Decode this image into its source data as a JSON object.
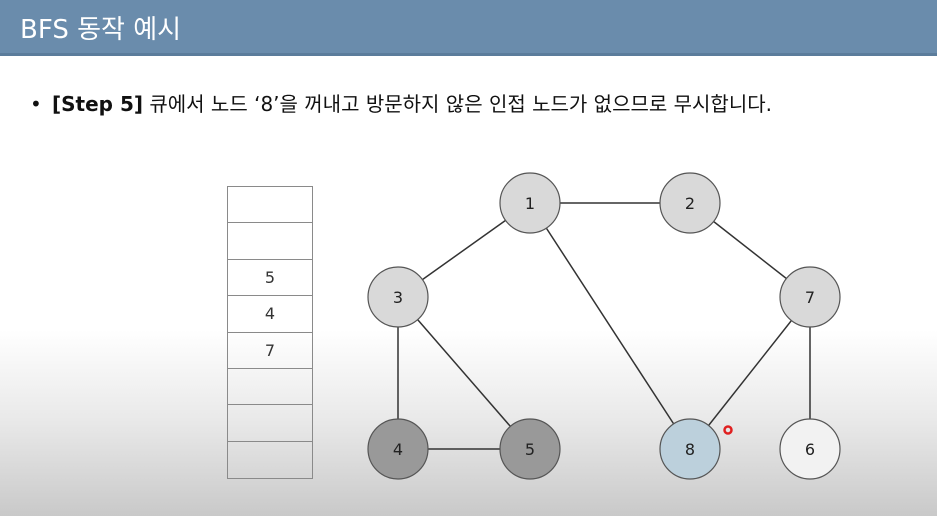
{
  "slide": {
    "title": "BFS 동작 예시",
    "bullet": {
      "marker": "•",
      "step_label": "[Step 5]",
      "text": " 큐에서 노드 ‘8’을 꺼내고 방문하지 않은 인접 노드가 없으므로 무시합니다."
    }
  },
  "queue": {
    "cells": [
      "",
      "",
      "5",
      "4",
      "7",
      "",
      "",
      ""
    ]
  },
  "graph": {
    "nodes": [
      {
        "id": "1",
        "state": "visited"
      },
      {
        "id": "2",
        "state": "visited"
      },
      {
        "id": "3",
        "state": "visited"
      },
      {
        "id": "7",
        "state": "visited"
      },
      {
        "id": "4",
        "state": "queued"
      },
      {
        "id": "5",
        "state": "queued"
      },
      {
        "id": "8",
        "state": "current"
      },
      {
        "id": "6",
        "state": "unvisited"
      }
    ],
    "edges": [
      [
        "1",
        "2"
      ],
      [
        "1",
        "3"
      ],
      [
        "1",
        "8"
      ],
      [
        "2",
        "7"
      ],
      [
        "3",
        "4"
      ],
      [
        "3",
        "5"
      ],
      [
        "4",
        "5"
      ],
      [
        "7",
        "8"
      ],
      [
        "7",
        "6"
      ]
    ],
    "colors": {
      "visited": "#d9d9d9",
      "queued": "#999999",
      "current": "#bcd0dc",
      "unvisited": "#f2f2f2",
      "stroke": "#555555",
      "edge": "#333333",
      "cursor": "#e02020"
    }
  }
}
